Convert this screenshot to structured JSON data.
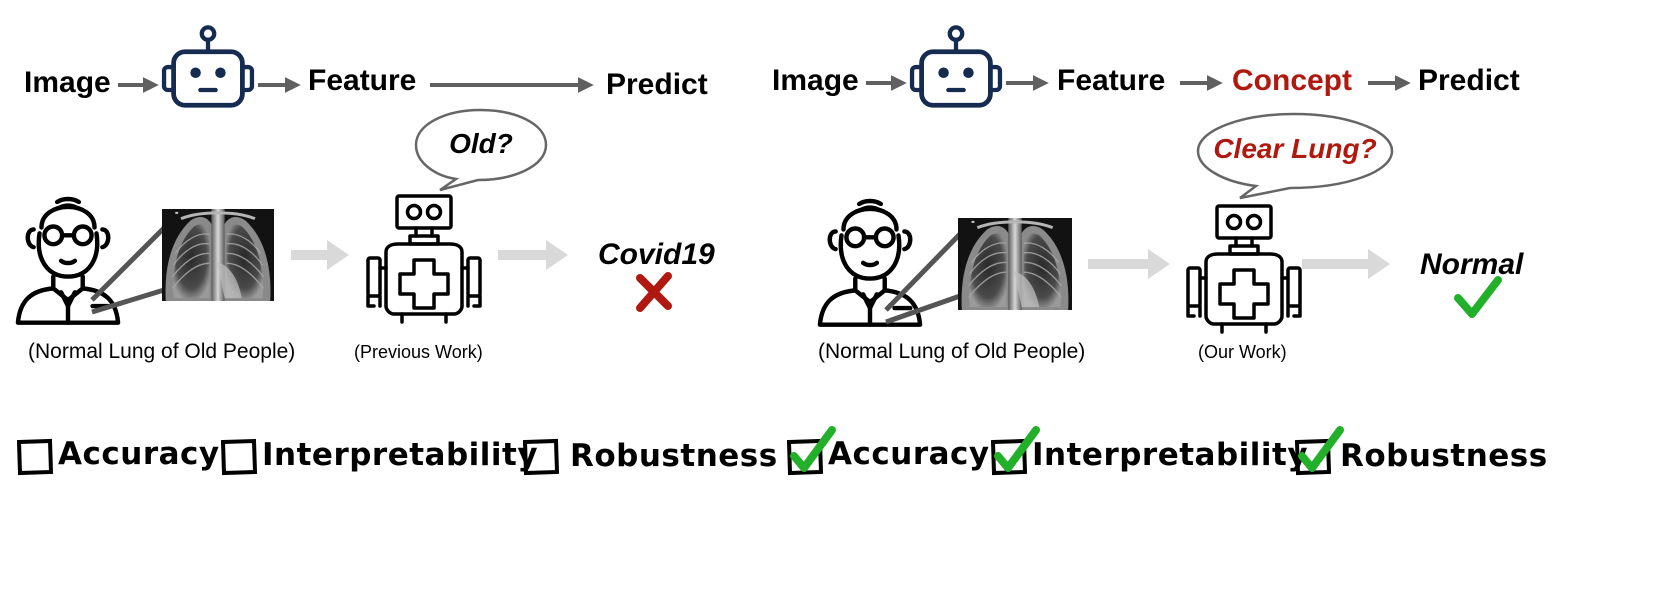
{
  "left": {
    "flow": {
      "image": "Image",
      "feature": "Feature",
      "predict": "Predict"
    },
    "bubble": "Old?",
    "result": "Covid19",
    "caption_doctor": "(Normal Lung of Old People)",
    "caption_robot": "(Previous Work)",
    "criteria": [
      {
        "label": "Accuracy",
        "checked": false
      },
      {
        "label": "Interpretability",
        "checked": false
      },
      {
        "label": "Robustness",
        "checked": false
      }
    ]
  },
  "right": {
    "flow": {
      "image": "Image",
      "feature": "Feature",
      "concept": "Concept",
      "predict": "Predict"
    },
    "bubble": "Clear Lung?",
    "result": "Normal",
    "caption_doctor": "(Normal Lung of Old People)",
    "caption_robot": "(Our Work)",
    "criteria": [
      {
        "label": "Accuracy",
        "checked": true
      },
      {
        "label": "Interpretability",
        "checked": true
      },
      {
        "label": "Robustness",
        "checked": true
      }
    ]
  },
  "colors": {
    "concept_red": "#b0190f",
    "wrong_red": "#b0190f",
    "correct_green": "#22b02a",
    "robot_navy": "#152b4f",
    "flow_arrow": "#606060",
    "light_arrow": "#d9d9d9"
  }
}
